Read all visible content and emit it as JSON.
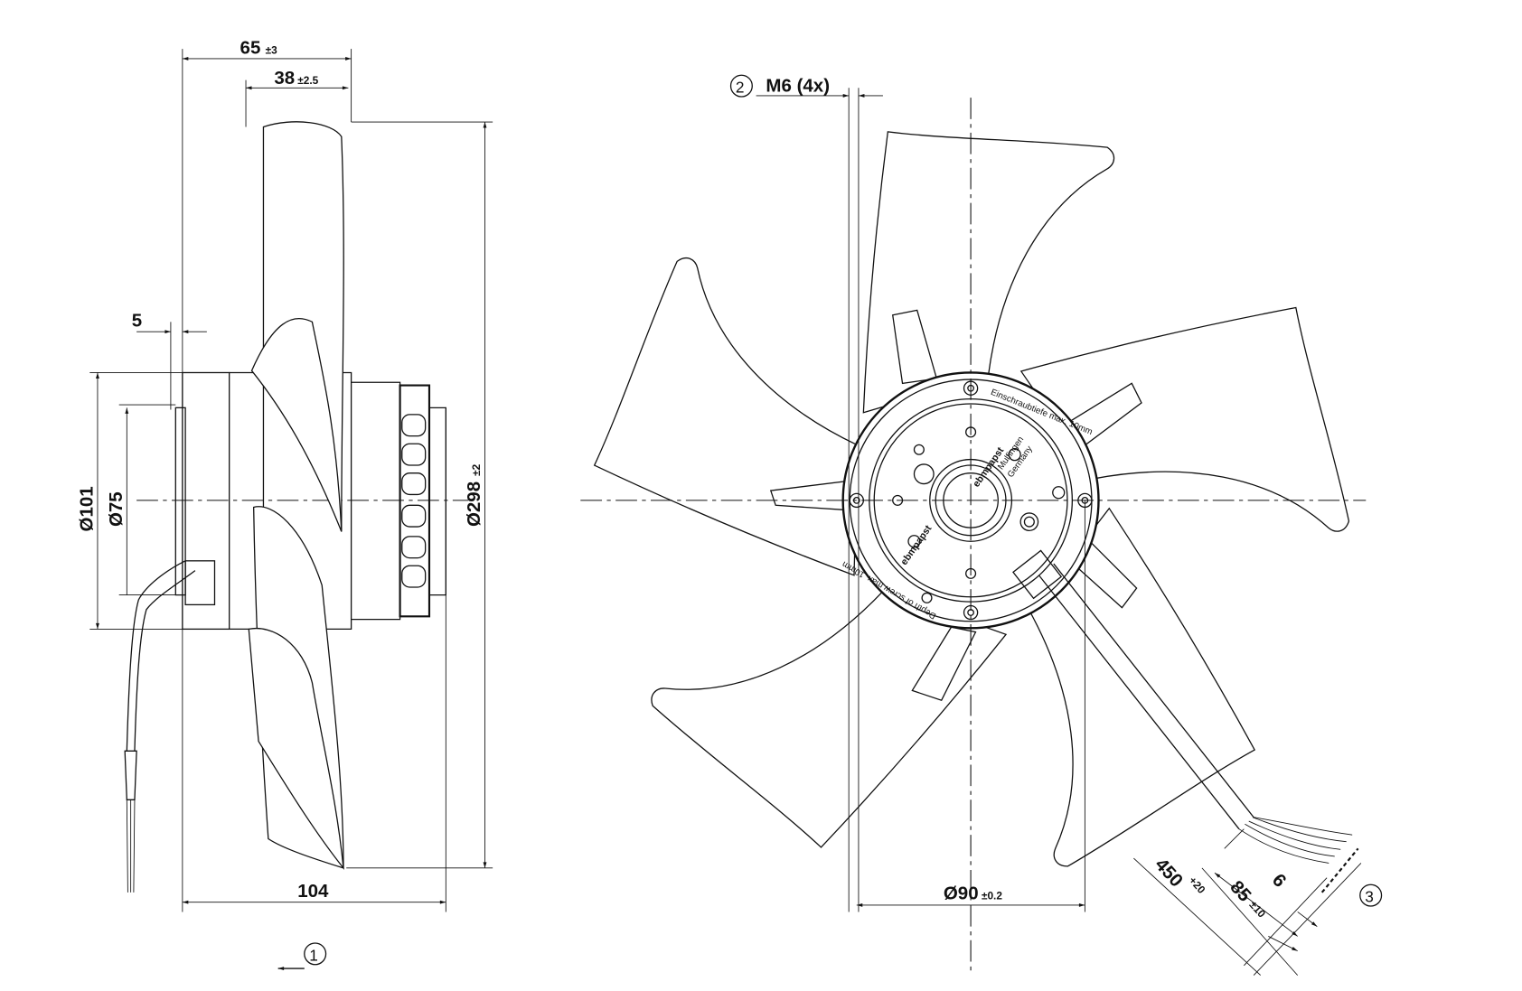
{
  "side_view": {
    "dim_65": "65",
    "dim_65_tol": "±3",
    "dim_38": "38",
    "dim_38_tol": "±2.5",
    "dim_5": "5",
    "dim_d101": "Ø101",
    "dim_d75": "Ø75",
    "dim_d298": "Ø298",
    "dim_d298_tol": "±2",
    "dim_104": "104",
    "callout_1": "1"
  },
  "front_view": {
    "callout_2": "2",
    "thread_label": "M6 (4x)",
    "dim_d90": "Ø90",
    "dim_d90_tol": "±0.2",
    "dim_450": "450",
    "dim_450_tol": "+20",
    "dim_85": "85",
    "dim_85_tol": "±10",
    "dim_6": "6",
    "callout_3": "3",
    "rotor_text_top": "Einschraubtiefe max. 10mm",
    "rotor_text_origin_1": "Mulfingen",
    "rotor_text_origin_2": "Germany",
    "rotor_brand": "ebmpapst",
    "rotor_text_bottom": "Depth of screw max. 10mm"
  }
}
